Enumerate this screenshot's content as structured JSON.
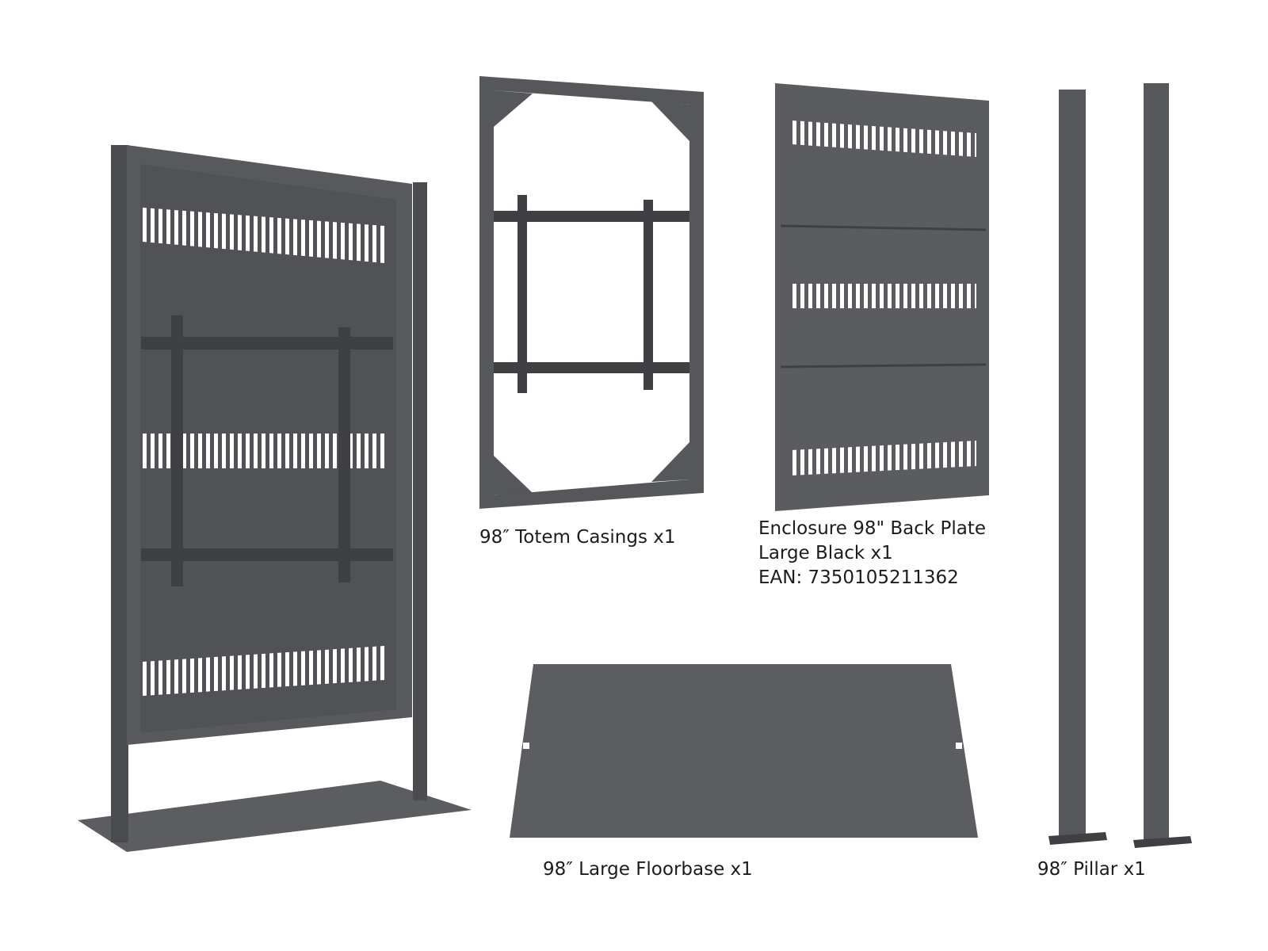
{
  "palette": {
    "background": "#ffffff",
    "steel": "#55575a",
    "steel_dark": "#3e4043",
    "steel_light": "#6d6f72",
    "caption_text": "#1c1c1c"
  },
  "products": [
    {
      "id": "assembled",
      "label_lines": []
    },
    {
      "id": "totem-casing",
      "label_lines": [
        "98″ Totem Casings x1"
      ]
    },
    {
      "id": "back-plate",
      "label_lines": [
        "Enclosure 98\" Back Plate",
        "Large Black x1",
        "EAN: 7350105211362"
      ]
    },
    {
      "id": "floorbase",
      "label_lines": [
        "98″ Large Floorbase x1"
      ]
    },
    {
      "id": "pillar",
      "label_lines": [
        "98″ Pillar x1"
      ]
    }
  ]
}
